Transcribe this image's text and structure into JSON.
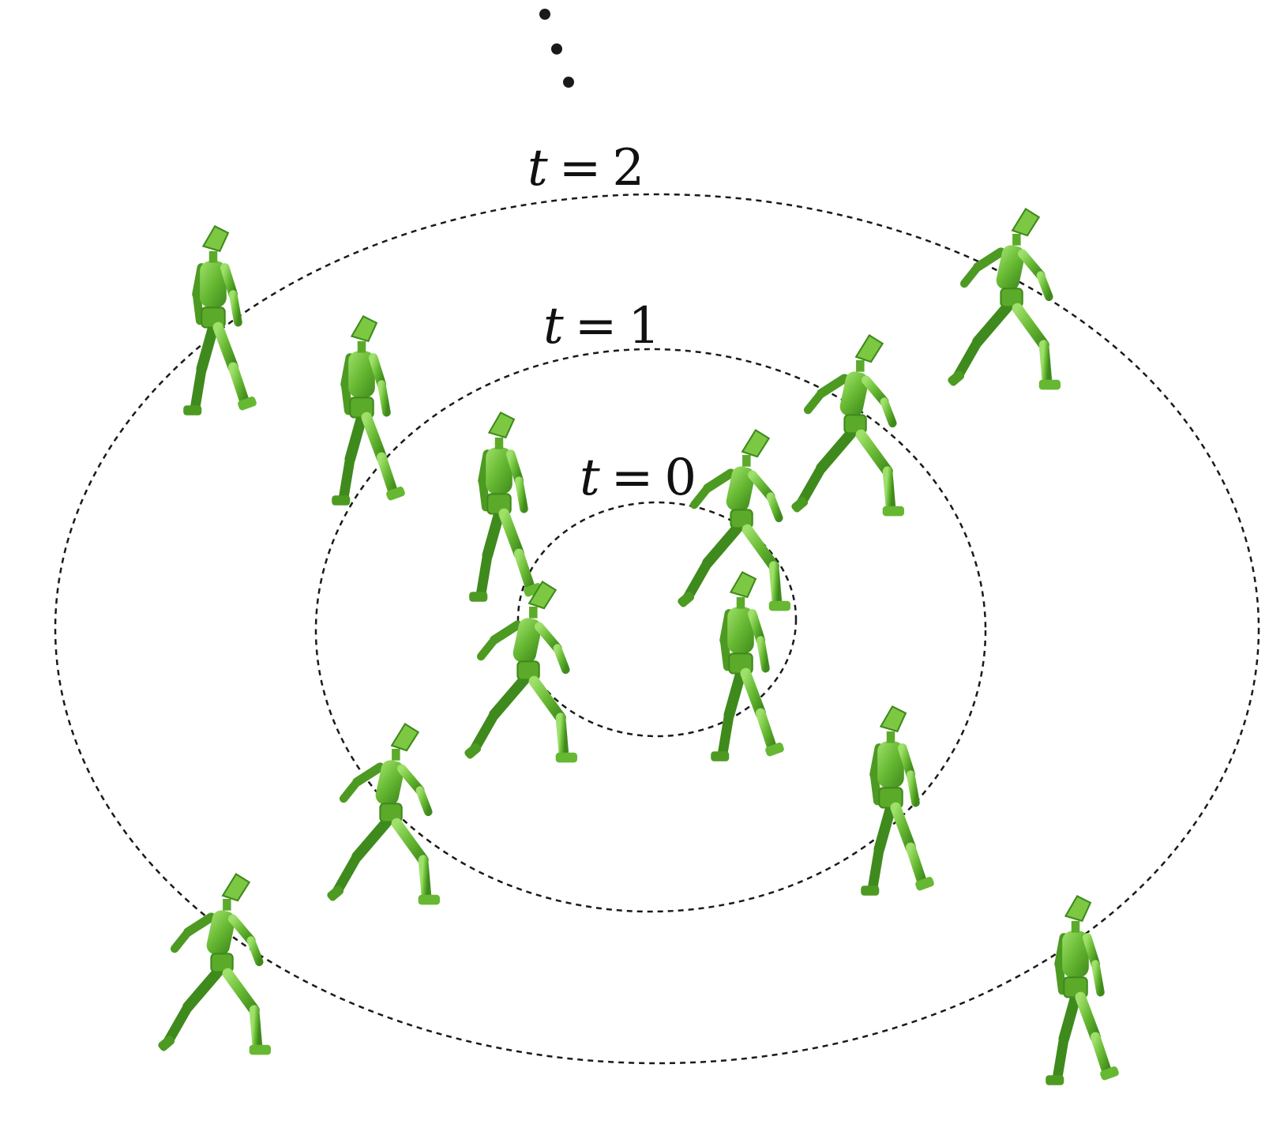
{
  "colors": {
    "figure_body": "#66b832",
    "figure_dark": "#3f8a1c",
    "figure_light": "#9ee06a",
    "ring_stroke": "#1a1a1a",
    "ellipsis_dots": "#1a1a1a",
    "label_text": "#111111"
  },
  "rings": [
    {
      "id": "t0",
      "var": "t",
      "eq": "=",
      "value": "0"
    },
    {
      "id": "t1",
      "var": "t",
      "eq": "=",
      "value": "1"
    },
    {
      "id": "t2",
      "var": "t",
      "eq": "=",
      "value": "2"
    }
  ],
  "ellipsis_icon": "vertical-ellipsis-icon",
  "figure_icon": "walking-humanoid-icon"
}
